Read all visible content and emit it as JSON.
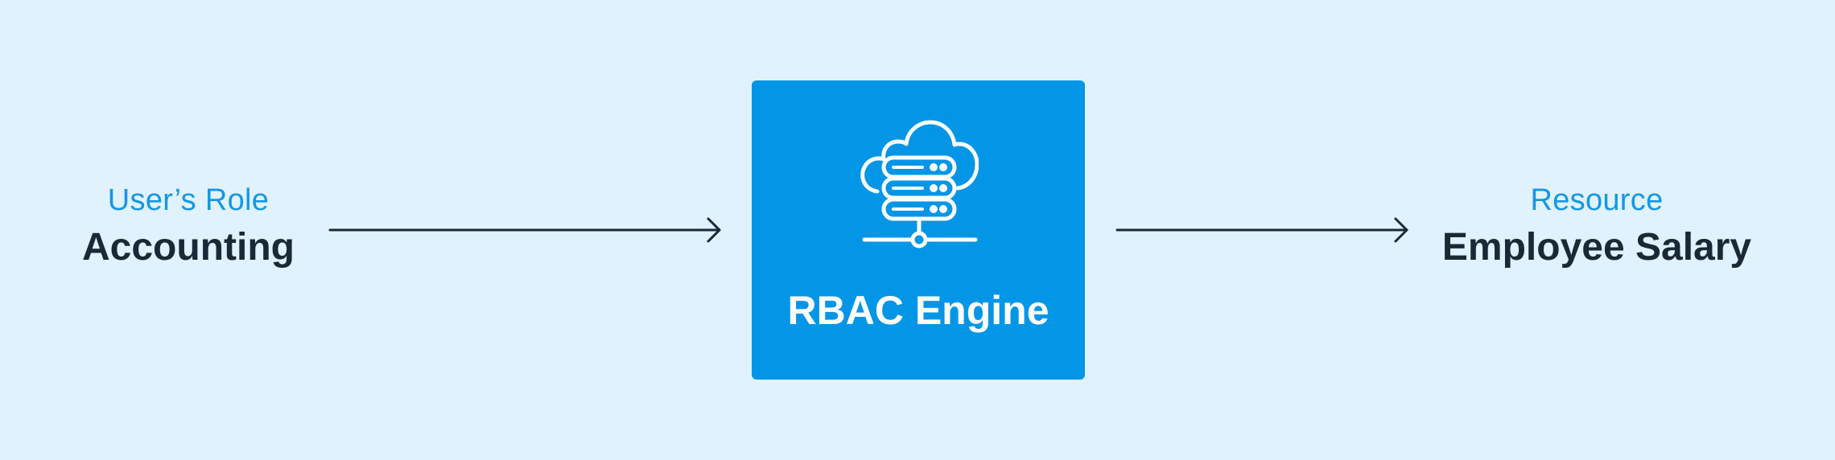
{
  "source": {
    "caption": "User’s Role",
    "value": "Accounting"
  },
  "engine": {
    "title": "RBAC Engine",
    "icon": "cloud-server-network-icon",
    "color": "#0496e6"
  },
  "target": {
    "caption": "Resource",
    "value": "Employee Salary"
  },
  "colors": {
    "background": "#dff2fd",
    "caption": "#1497e4",
    "text": "#1b2838",
    "arrow": "#1b2838"
  }
}
